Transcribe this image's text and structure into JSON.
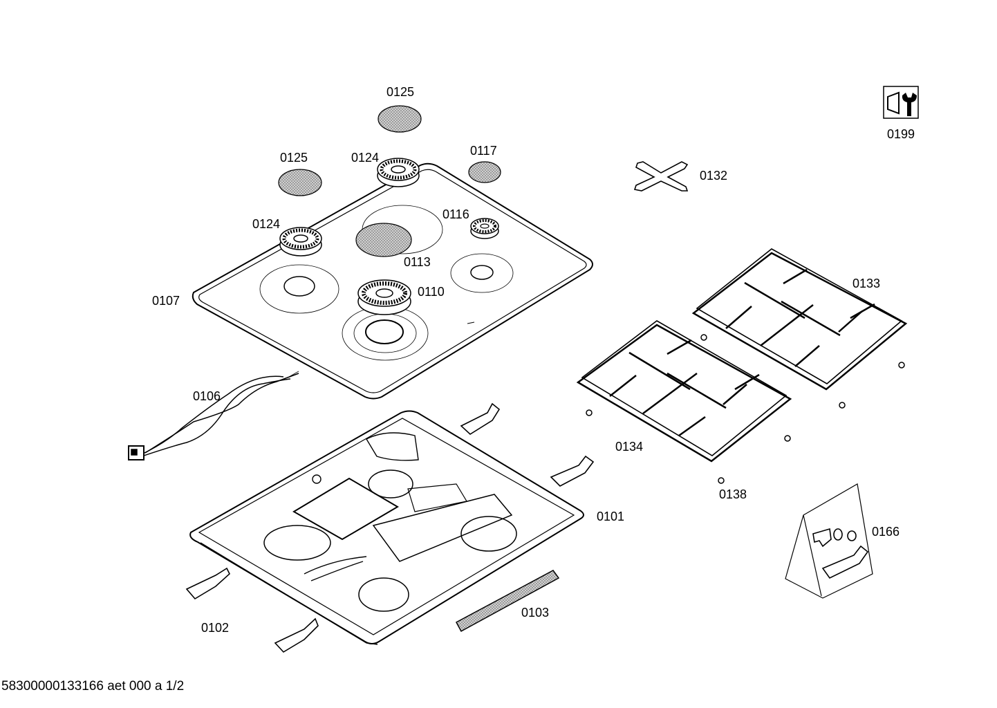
{
  "diagram": {
    "labels": {
      "p0125_top": "0125",
      "p0125_left": "0125",
      "p0124_top": "0124",
      "p0117": "0117",
      "p0124_left": "0124",
      "p0116": "0116",
      "p0113": "0113",
      "p0110": "0110",
      "p0107": "0107",
      "p0106": "0106",
      "p0132": "0132",
      "p0133": "0133",
      "p0134": "0134",
      "p0138": "0138",
      "p0101": "0101",
      "p0166": "0166",
      "p0102": "0102",
      "p0103": "0103",
      "p0199": "0199"
    },
    "footer": "58300000133166 aet 000 a 1/2"
  },
  "icons": [
    "service-tool-icon"
  ]
}
